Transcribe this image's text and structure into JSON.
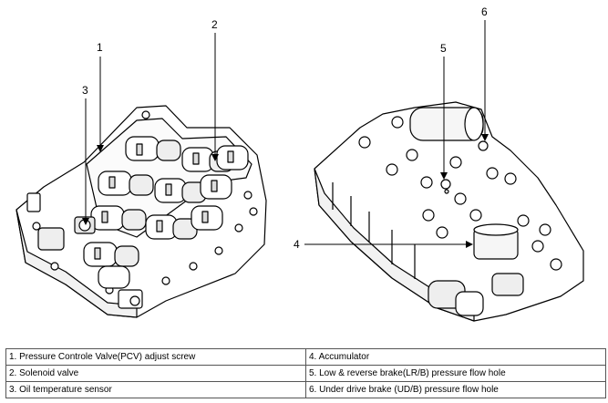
{
  "callouts": {
    "c1": "1",
    "c2": "2",
    "c3": "3",
    "c4": "4",
    "c5": "5",
    "c6": "6"
  },
  "legend": [
    [
      "1. Pressure Controle Valve(PCV) adjust screw",
      "4. Accumulator"
    ],
    [
      "2. Solenoid valve",
      "5. Low & reverse brake(LR/B) pressure flow hole"
    ],
    [
      "3. Oil temperature sensor",
      "6. Under drive brake (UD/B) pressure flow hole"
    ]
  ]
}
